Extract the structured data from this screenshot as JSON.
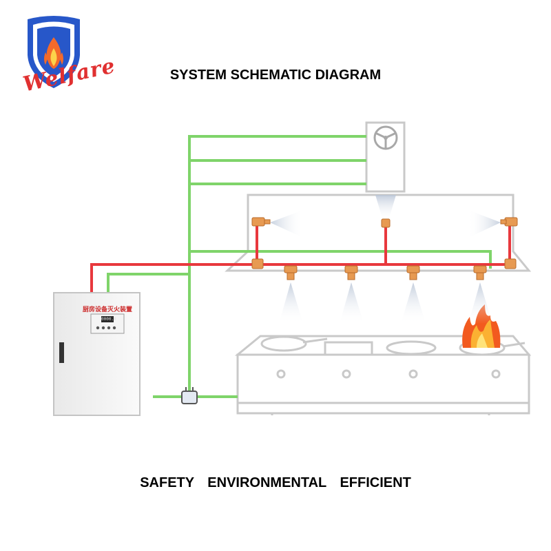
{
  "brand": {
    "name": "Welfare"
  },
  "title": "SYSTEM SCHEMATIC DIAGRAM",
  "tagline": "SAFETY   ENVIRONMENTAL   EFFICIENT",
  "control_panel": {
    "label": "厨房设备灭火装置",
    "display": "0000.0"
  },
  "colors": {
    "gas_line": "#7fd46a",
    "agent_line": "#e8383d",
    "fitting": "#e79a52",
    "outline": "#c9c9c9"
  }
}
